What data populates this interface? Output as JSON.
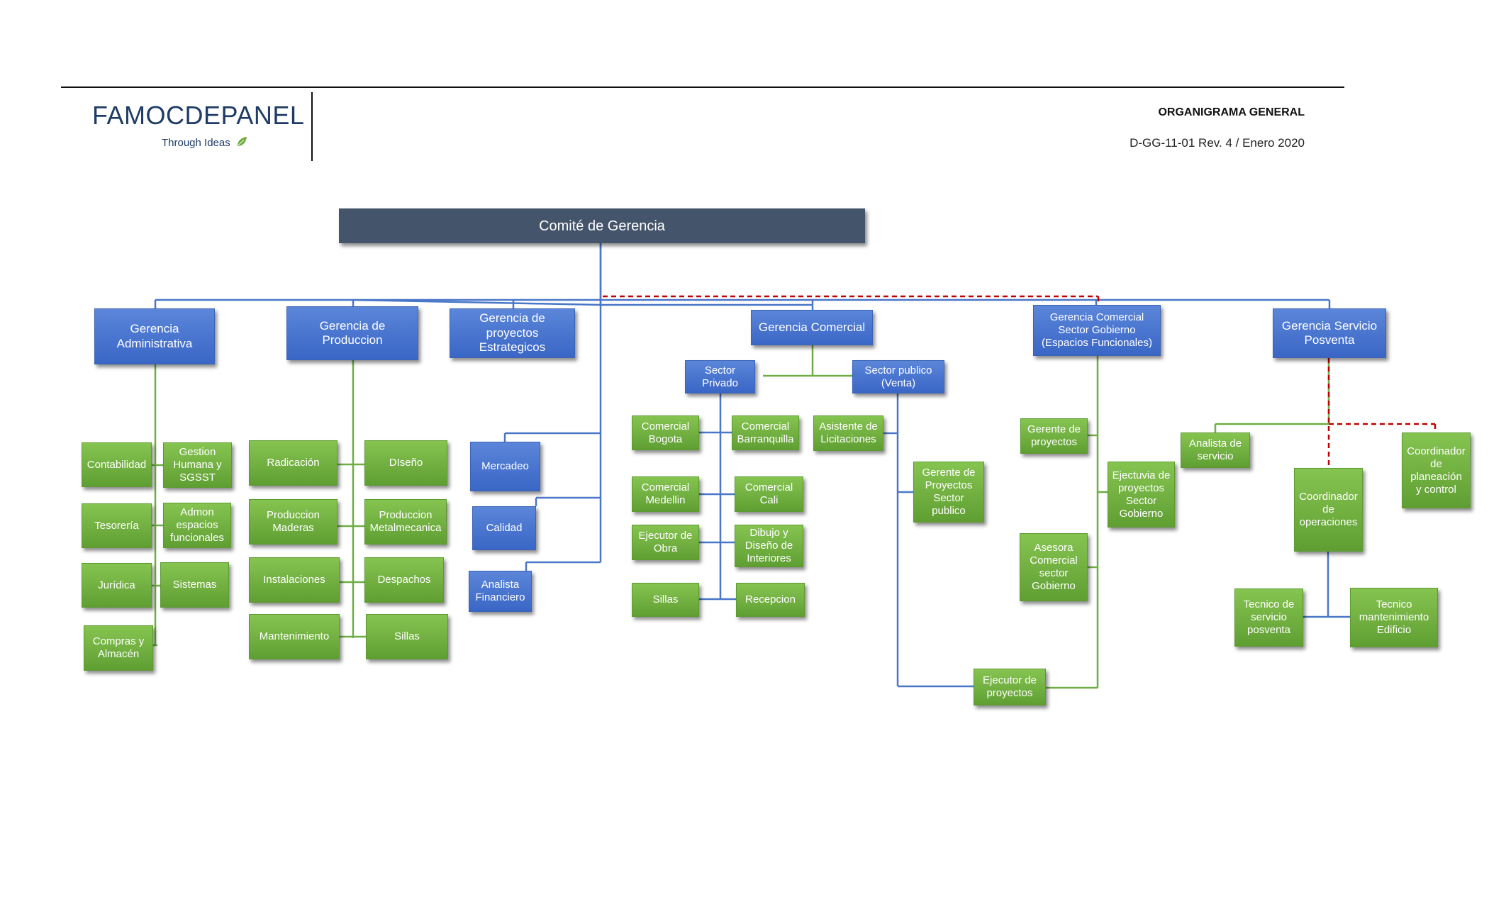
{
  "header": {
    "logo_text": "FAMOCDEPANEL",
    "logo_tagline": "Through Ideas",
    "document_title": "ORGANIGRAMA GENERAL",
    "document_code": "D-GG-11-01 Rev. 4 / Enero 2020"
  },
  "colors": {
    "top_box": "#44546a",
    "blue_box": "#4472c4",
    "green_box": "#70ad47",
    "blue_line": "#4472c4",
    "green_line": "#70ad47",
    "dashed_line": "#c00000"
  },
  "chart": {
    "committee": "Comité de Gerencia",
    "gerencia_administrativa": {
      "title": "Gerencia\nAdministrativa",
      "contabilidad": "Contabilidad",
      "gestion_humana": "Gestion\nHumana y\nSGSST",
      "tesoreria": "Tesorería",
      "admon_espacios": "Admon\nespacios\nfuncionales",
      "juridica": "Jurídica",
      "sistemas": "Sistemas",
      "compras": "Compras y\nAlmacén"
    },
    "gerencia_produccion": {
      "title": "Gerencia de Produccion",
      "radicacion": "Radicación",
      "diseno": "DIseño",
      "produccion_maderas": "Produccion\nMaderas",
      "produccion_metalmecanica": "Produccion\nMetalmecanica",
      "instalaciones": "Instalaciones",
      "despachos": "Despachos",
      "mantenimiento": "Mantenimiento",
      "sillas": "Sillas"
    },
    "gerencia_proyectos": {
      "title": "Gerencia de proyectos\nEstrategicos",
      "mercadeo": "Mercadeo",
      "calidad": "Calidad",
      "analista_financiero": "Analista\nFinanciero"
    },
    "gerencia_comercial": {
      "title": "Gerencia Comercial",
      "sector_privado": "Sector\nPrivado",
      "sector_publico": "Sector publico\n(Venta)",
      "comercial_bogota": "Comercial\nBogota",
      "comercial_barranquilla": "Comercial\nBarranquilla",
      "comercial_medellin": "Comercial\nMedellin",
      "comercial_cali": "Comercial\nCali",
      "ejecutor_obra": "Ejecutor de\nObra",
      "dibujo_diseno": "Dibujo y\nDiseño de\nInteriores",
      "sillas": "Sillas",
      "recepcion": "Recepcion",
      "asistente_licitaciones": "Asistente de\nLicitaciones",
      "gerente_proyectos_sector_publico": "Gerente de\nProyectos\nSector\npublico"
    },
    "gerencia_gobierno": {
      "title": "Gerencia Comercial\nSector Gobierno\n(Espacios Funcionales)",
      "gerente_proyectos": "Gerente de\nproyectos",
      "ejecutiva_proyectos": "Ejectuvia de\nproyectos\nSector\nGobierno",
      "asesora_comercial": "Asesora\nComercial\nsector\nGobierno",
      "ejecutor_proyectos": "Ejecutor de\nproyectos"
    },
    "gerencia_posventa": {
      "title": "Gerencia Servicio\nPosventa",
      "analista_servicio": "Analista de\nservicio",
      "coordinador_planeacion": "Coordinador\nde planeación\ny control",
      "coordinador_operaciones": "Coordinador\nde\noperaciones",
      "tecnico_servicio": "Tecnico de\nservicio\nposventa",
      "tecnico_mantenimiento": "Tecnico\nmantenimiento\nEdificio"
    }
  }
}
